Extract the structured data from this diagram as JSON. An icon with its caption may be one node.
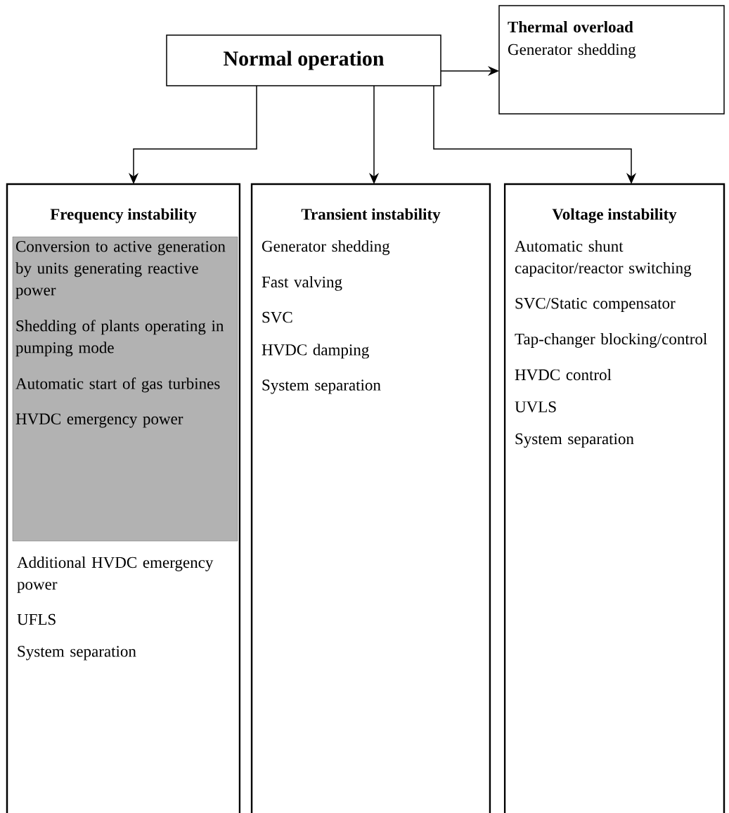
{
  "diagram": {
    "nodes": [
      {
        "text": [
          "Normal operation"
        ]
      },
      {
        "text": [
          "Thermal overload",
          "Generator shedding"
        ]
      },
      {
        "text": [
          "Frequency instability",
          "Additional HVDC emergency power",
          "UFLS",
          "System separation"
        ]
      },
      {
        "text": [
          "Conversion to active generation by units generating reactive power",
          "Shedding of plants operating in pumping mode",
          "Automatic start of gas turbines",
          "HVDC emergency power"
        ],
        "in": 2
      },
      {
        "text": [
          "Transient instability",
          "Generator shedding",
          "Fast valving",
          "SVC",
          "HVDC damping",
          "System separation"
        ]
      },
      {
        "text": [
          "Voltage instability",
          "Automatic shunt capacitor/reactor switching",
          "SVC/Static compensator",
          "Tap-changer blocking/control",
          "HVDC control",
          "UVLS",
          "System separation"
        ]
      }
    ],
    "edges": [
      {
        "from": 0,
        "to": 1,
        "arrow": "to"
      },
      {
        "from": 0,
        "to": 2,
        "arrow": "to"
      },
      {
        "from": 0,
        "to": 4,
        "arrow": "to"
      },
      {
        "from": 0,
        "to": 5,
        "arrow": "to"
      }
    ]
  }
}
